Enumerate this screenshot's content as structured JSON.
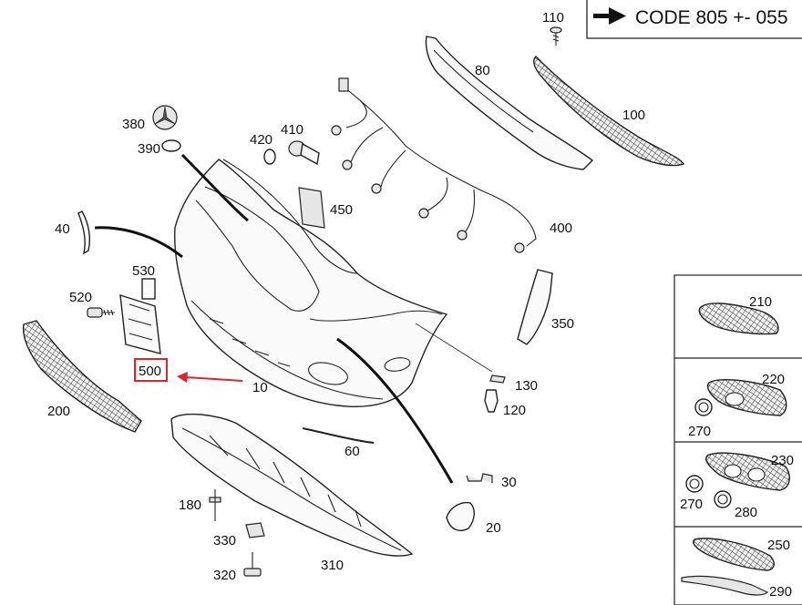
{
  "code_box": {
    "text": "CODE 805 +- 055",
    "icon": "arrow-right-icon"
  },
  "highlight": {
    "label": "500",
    "highlight_color": "#e0242b"
  },
  "callouts": {
    "c10": "10",
    "c20": "20",
    "c30": "30",
    "c40": "40",
    "c60": "60",
    "c80": "80",
    "c100": "100",
    "c110": "110",
    "c120": "120",
    "c130": "130",
    "c180": "180",
    "c200": "200",
    "c210": "210",
    "c220": "220",
    "c230": "230",
    "c250": "250",
    "c270a": "270",
    "c270b": "270",
    "c280": "280",
    "c290": "290",
    "c310": "310",
    "c320": "320",
    "c330": "330",
    "c350": "350",
    "c380": "380",
    "c390": "390",
    "c400": "400",
    "c410": "410",
    "c420": "420",
    "c450": "450",
    "c520": "520",
    "c530": "530"
  }
}
